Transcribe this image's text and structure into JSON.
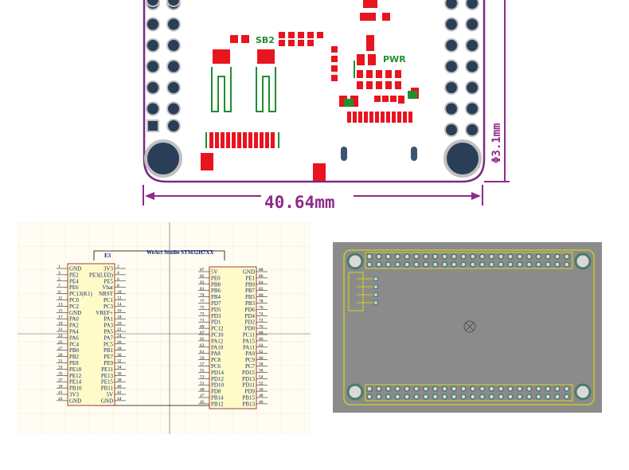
{
  "pcb": {
    "label_sb2": "SB2",
    "label_pwr": "PWR",
    "dim_width": "40.64mm",
    "dim_hole": "Φ3.1mm"
  },
  "schematic": {
    "module_ref": "E3",
    "module_name": "WeAct Studio  STM32H7XX",
    "left_header": {
      "rows": [
        {
          "l": "GND",
          "r": "3V3",
          "ln": "1",
          "rn": "2"
        },
        {
          "l": "PE2",
          "r": "PE3(LED)",
          "ln": "3",
          "rn": "4"
        },
        {
          "l": "PE4",
          "r": "PE5",
          "ln": "5",
          "rn": "6"
        },
        {
          "l": "PE6",
          "r": "Vbat",
          "ln": "7",
          "rn": "8"
        },
        {
          "l": "PC13(K1)",
          "r": "NRST",
          "ln": "9",
          "rn": "10"
        },
        {
          "l": "PC0",
          "r": "PC1",
          "ln": "11",
          "rn": "12"
        },
        {
          "l": "PC2",
          "r": "PC3",
          "ln": "13",
          "rn": "14"
        },
        {
          "l": "GND",
          "r": "VREF+",
          "ln": "15",
          "rn": "16"
        },
        {
          "l": "PA0",
          "r": "PA1",
          "ln": "17",
          "rn": "18"
        },
        {
          "l": "PA2",
          "r": "PA3",
          "ln": "19",
          "rn": "20"
        },
        {
          "l": "PA4",
          "r": "PA5",
          "ln": "21",
          "rn": "22"
        },
        {
          "l": "PA6",
          "r": "PA7",
          "ln": "23",
          "rn": "24"
        },
        {
          "l": "PC4",
          "r": "PC5",
          "ln": "25",
          "rn": "26"
        },
        {
          "l": "PB0",
          "r": "PB1",
          "ln": "27",
          "rn": "28"
        },
        {
          "l": "PB2",
          "r": "PE7",
          "ln": "29",
          "rn": "30"
        },
        {
          "l": "PE8",
          "r": "PE9",
          "ln": "31",
          "rn": "32"
        },
        {
          "l": "PE10",
          "r": "PE11",
          "ln": "33",
          "rn": "34"
        },
        {
          "l": "PE12",
          "r": "PE13",
          "ln": "35",
          "rn": "36"
        },
        {
          "l": "PE14",
          "r": "PE15",
          "ln": "37",
          "rn": "38"
        },
        {
          "l": "PB10",
          "r": "PB11",
          "ln": "39",
          "rn": "40"
        },
        {
          "l": "3V3",
          "r": "5V",
          "ln": "41",
          "rn": "42"
        },
        {
          "l": "GND",
          "r": "GND",
          "ln": "43",
          "rn": "44"
        }
      ]
    },
    "right_header": {
      "rows": [
        {
          "l": "5V",
          "r": "GND",
          "ln": "87",
          "rn": "88"
        },
        {
          "l": "PE0",
          "r": "PE1",
          "ln": "85",
          "rn": "86"
        },
        {
          "l": "PB8",
          "r": "PB9",
          "ln": "83",
          "rn": "84"
        },
        {
          "l": "PB6",
          "r": "PB7",
          "ln": "81",
          "rn": "82"
        },
        {
          "l": "PB4",
          "r": "PB5",
          "ln": "79",
          "rn": "80"
        },
        {
          "l": "PD7",
          "r": "PB3",
          "ln": "77",
          "rn": "78"
        },
        {
          "l": "PD5",
          "r": "PD6",
          "ln": "75",
          "rn": "76"
        },
        {
          "l": "PD3",
          "r": "PD4",
          "ln": "73",
          "rn": "74"
        },
        {
          "l": "PD1",
          "r": "PD2",
          "ln": "71",
          "rn": "72"
        },
        {
          "l": "PC12",
          "r": "PD0",
          "ln": "69",
          "rn": "70"
        },
        {
          "l": "PC10",
          "r": "PC11",
          "ln": "67",
          "rn": "68"
        },
        {
          "l": "PA12",
          "r": "PA15",
          "ln": "65",
          "rn": "66"
        },
        {
          "l": "PA10",
          "r": "PA11",
          "ln": "63",
          "rn": "64"
        },
        {
          "l": "PA8",
          "r": "PA9",
          "ln": "61",
          "rn": "62"
        },
        {
          "l": "PC8",
          "r": "PC9",
          "ln": "59",
          "rn": "60"
        },
        {
          "l": "PC6",
          "r": "PC7",
          "ln": "57",
          "rn": "58"
        },
        {
          "l": "PD14",
          "r": "PD15",
          "ln": "55",
          "rn": "56"
        },
        {
          "l": "PD12",
          "r": "PD13",
          "ln": "53",
          "rn": "54"
        },
        {
          "l": "PD10",
          "r": "PD11",
          "ln": "51",
          "rn": "52"
        },
        {
          "l": "PD8",
          "r": "PD9",
          "ln": "49",
          "rn": "50"
        },
        {
          "l": "PB14",
          "r": "PB15",
          "ln": "47",
          "rn": "48"
        },
        {
          "l": "PB12",
          "r": "PB13",
          "ln": "45",
          "rn": "46"
        }
      ]
    }
  },
  "colors": {
    "board_outline": "#7a2a82",
    "copper_red": "#e8141e",
    "silk_green": "#1f8f2f",
    "layout_bg": "#8b8b8b",
    "layout_outline": "#e6e600"
  }
}
